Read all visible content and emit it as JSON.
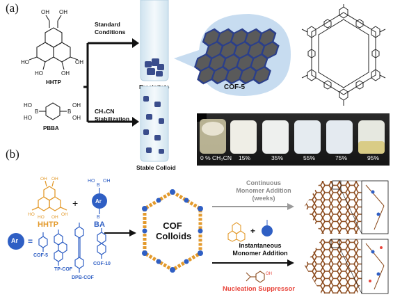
{
  "panel_a": {
    "label": "(a)",
    "monomer1": "HHTP",
    "monomer2": "PBBA",
    "route_top": [
      "Standard",
      "Conditions"
    ],
    "route_bottom": [
      "CH₃CN",
      "Stabilization"
    ],
    "precipitate": "Precipitate",
    "stable_colloid": "Stable Colloid",
    "cof_label": "COF-5",
    "photo_percentages": [
      "0 % CH₃CN",
      "15%",
      "35%",
      "55%",
      "75%",
      "95%"
    ],
    "colors": {
      "cof_blue": "#2b3f8a",
      "cof_gray": "#5a5a5a",
      "bubble": "#c7dcf0"
    }
  },
  "panel_b": {
    "label": "(b)",
    "hhtp": "HHTP",
    "plus": "+",
    "ba": "BA",
    "ar": "Ar",
    "equals": "=",
    "variants": [
      "COF-5",
      "TP-COF",
      "DPB-COF",
      "COF-10"
    ],
    "center_title": [
      "COF",
      "Colloids"
    ],
    "top_route": [
      "Continuous",
      "Monomer Addition",
      "(weeks)"
    ],
    "bottom_route": [
      "Instantaneous",
      "Monomer Addition"
    ],
    "suppressor": "Nucleation Suppressor",
    "colors": {
      "orange": "#e39a2c",
      "blue": "#2f5fc4",
      "red": "#e8443a",
      "brown": "#8b4a1c"
    }
  }
}
